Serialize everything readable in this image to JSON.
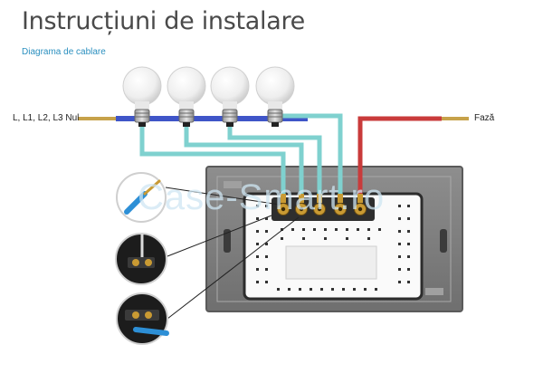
{
  "title": "Instrucțiuni de instalare",
  "subtitle": "Diagrama de cablare",
  "labels": {
    "neutral": "L, L1, L2, L3 Nul",
    "phase": "Fază"
  },
  "watermark": "Case-Smart.ro",
  "wire_colors": {
    "neutral": "#3f55c8",
    "load": "#7fd1cf",
    "phase": "#c93b3b"
  }
}
